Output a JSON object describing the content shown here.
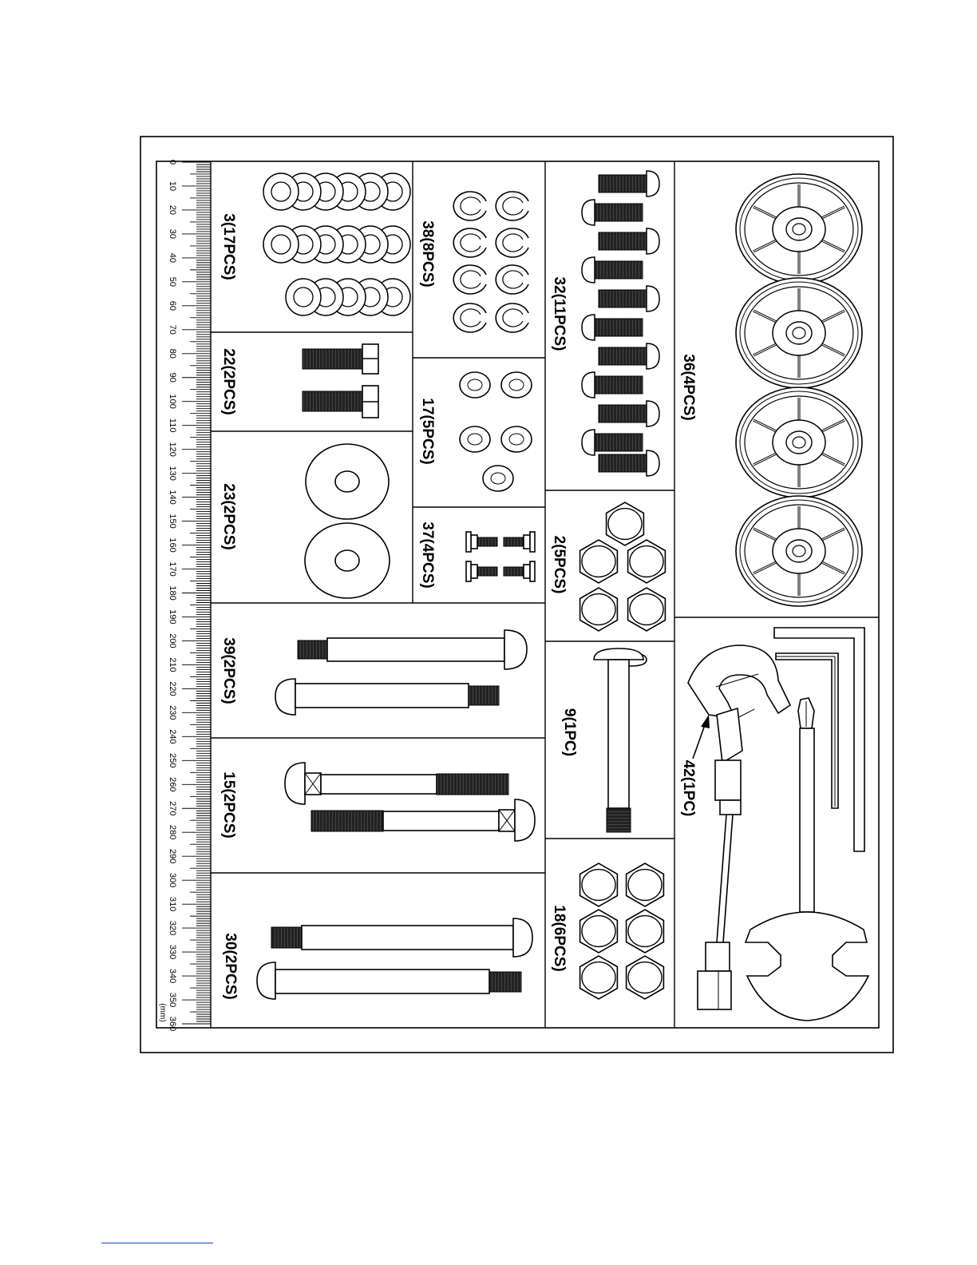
{
  "parts": {
    "p3": "3(17PCS)",
    "p22": "22(2PCS)",
    "p23": "23(2PCS)",
    "p39": "39(2PCS)",
    "p15": "15(2PCS)",
    "p30": "30(2PCS)",
    "p38": "38(8PCS)",
    "p17": "17(5PCS)",
    "p37": "37(4PCS)",
    "p32": "32(11PCS)",
    "p2": "2(5PCS)",
    "p9": "9(1PC)",
    "p18": "18(6PCS)",
    "p36": "36(4PCS)",
    "p42": "42(1PC)"
  },
  "ruler": {
    "unit": "(mm)",
    "labels": [
      "0",
      "10",
      "20",
      "30",
      "40",
      "50",
      "60",
      "70",
      "80",
      "90",
      "100",
      "110",
      "120",
      "130",
      "140",
      "150",
      "160",
      "170",
      "180",
      "190",
      "200",
      "210",
      "220",
      "230",
      "240",
      "250",
      "260",
      "270",
      "280",
      "290",
      "300",
      "310",
      "320",
      "330",
      "340",
      "350",
      "360"
    ]
  },
  "colors": {
    "ink": "#000000",
    "paper": "#ffffff",
    "footer_rule": "#1a3fb0"
  }
}
